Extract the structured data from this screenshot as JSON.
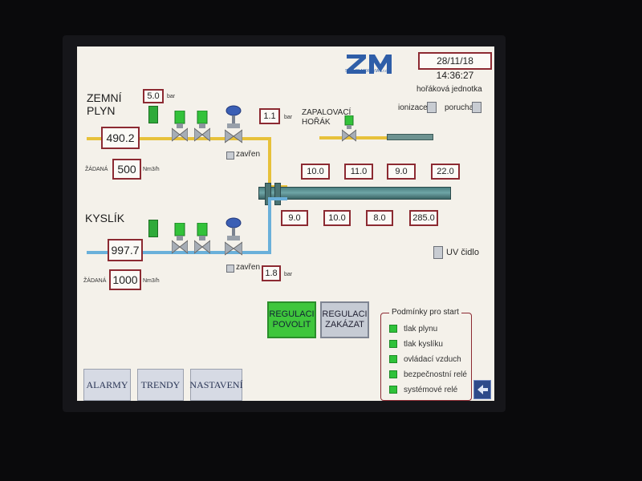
{
  "screen": {
    "datetime": "28/11/18 14:36:27",
    "logo": "ZM",
    "logo_sub": "SERVIS MORAVIA s.r.o."
  },
  "gas": {
    "label_line1": "ZEMNÍ",
    "label_line2": "PLYN",
    "pressure": "5.0",
    "pressure_unit": "bar",
    "flow": "490.2",
    "setpoint_label": "ŽÁDANÁ",
    "setpoint": "500",
    "flow_unit": "Nm3/h",
    "valve_pressure": "1.1",
    "valve_pressure_unit": "bar",
    "closed_label": "zavřen"
  },
  "oxygen": {
    "label": "KYSLÍK",
    "flow": "997.7",
    "setpoint_label": "ŽÁDANÁ",
    "setpoint": "1000",
    "flow_unit": "Nm3/h",
    "valve_pressure": "1.8",
    "valve_pressure_unit": "bar",
    "closed_label": "zavřen"
  },
  "ignition": {
    "label_line1": "ZAPALOVACÍ",
    "label_line2": "HOŘÁK"
  },
  "burner_unit": {
    "title": "hořáková jednotka",
    "ionization": "ionizace",
    "fault": "porucha"
  },
  "burner_values_top": [
    "10.0",
    "11.0",
    "9.0",
    "22.0"
  ],
  "burner_values_bottom": [
    "9.0",
    "10.0",
    "8.0",
    "285.0"
  ],
  "uv_label": "UV čidlo",
  "buttons": {
    "enable": "REGULACI POVOLIT",
    "disable": "REGULACI ZAKÁZAT"
  },
  "conditions": {
    "title": "Podmínky pro start",
    "items": [
      "tlak plynu",
      "tlak kyslíku",
      "ovládací vzduch",
      "bezpečnostní relé",
      "systémové relé"
    ]
  },
  "nav": {
    "alarms": "ALARMY",
    "trends": "TRENDY",
    "settings": "NASTAVENÍ"
  },
  "colors": {
    "gas_pipe": "#e7c13a",
    "oxygen_pipe": "#6ab0da",
    "ok": "#2fc23a",
    "frame": "#8c2a32"
  }
}
